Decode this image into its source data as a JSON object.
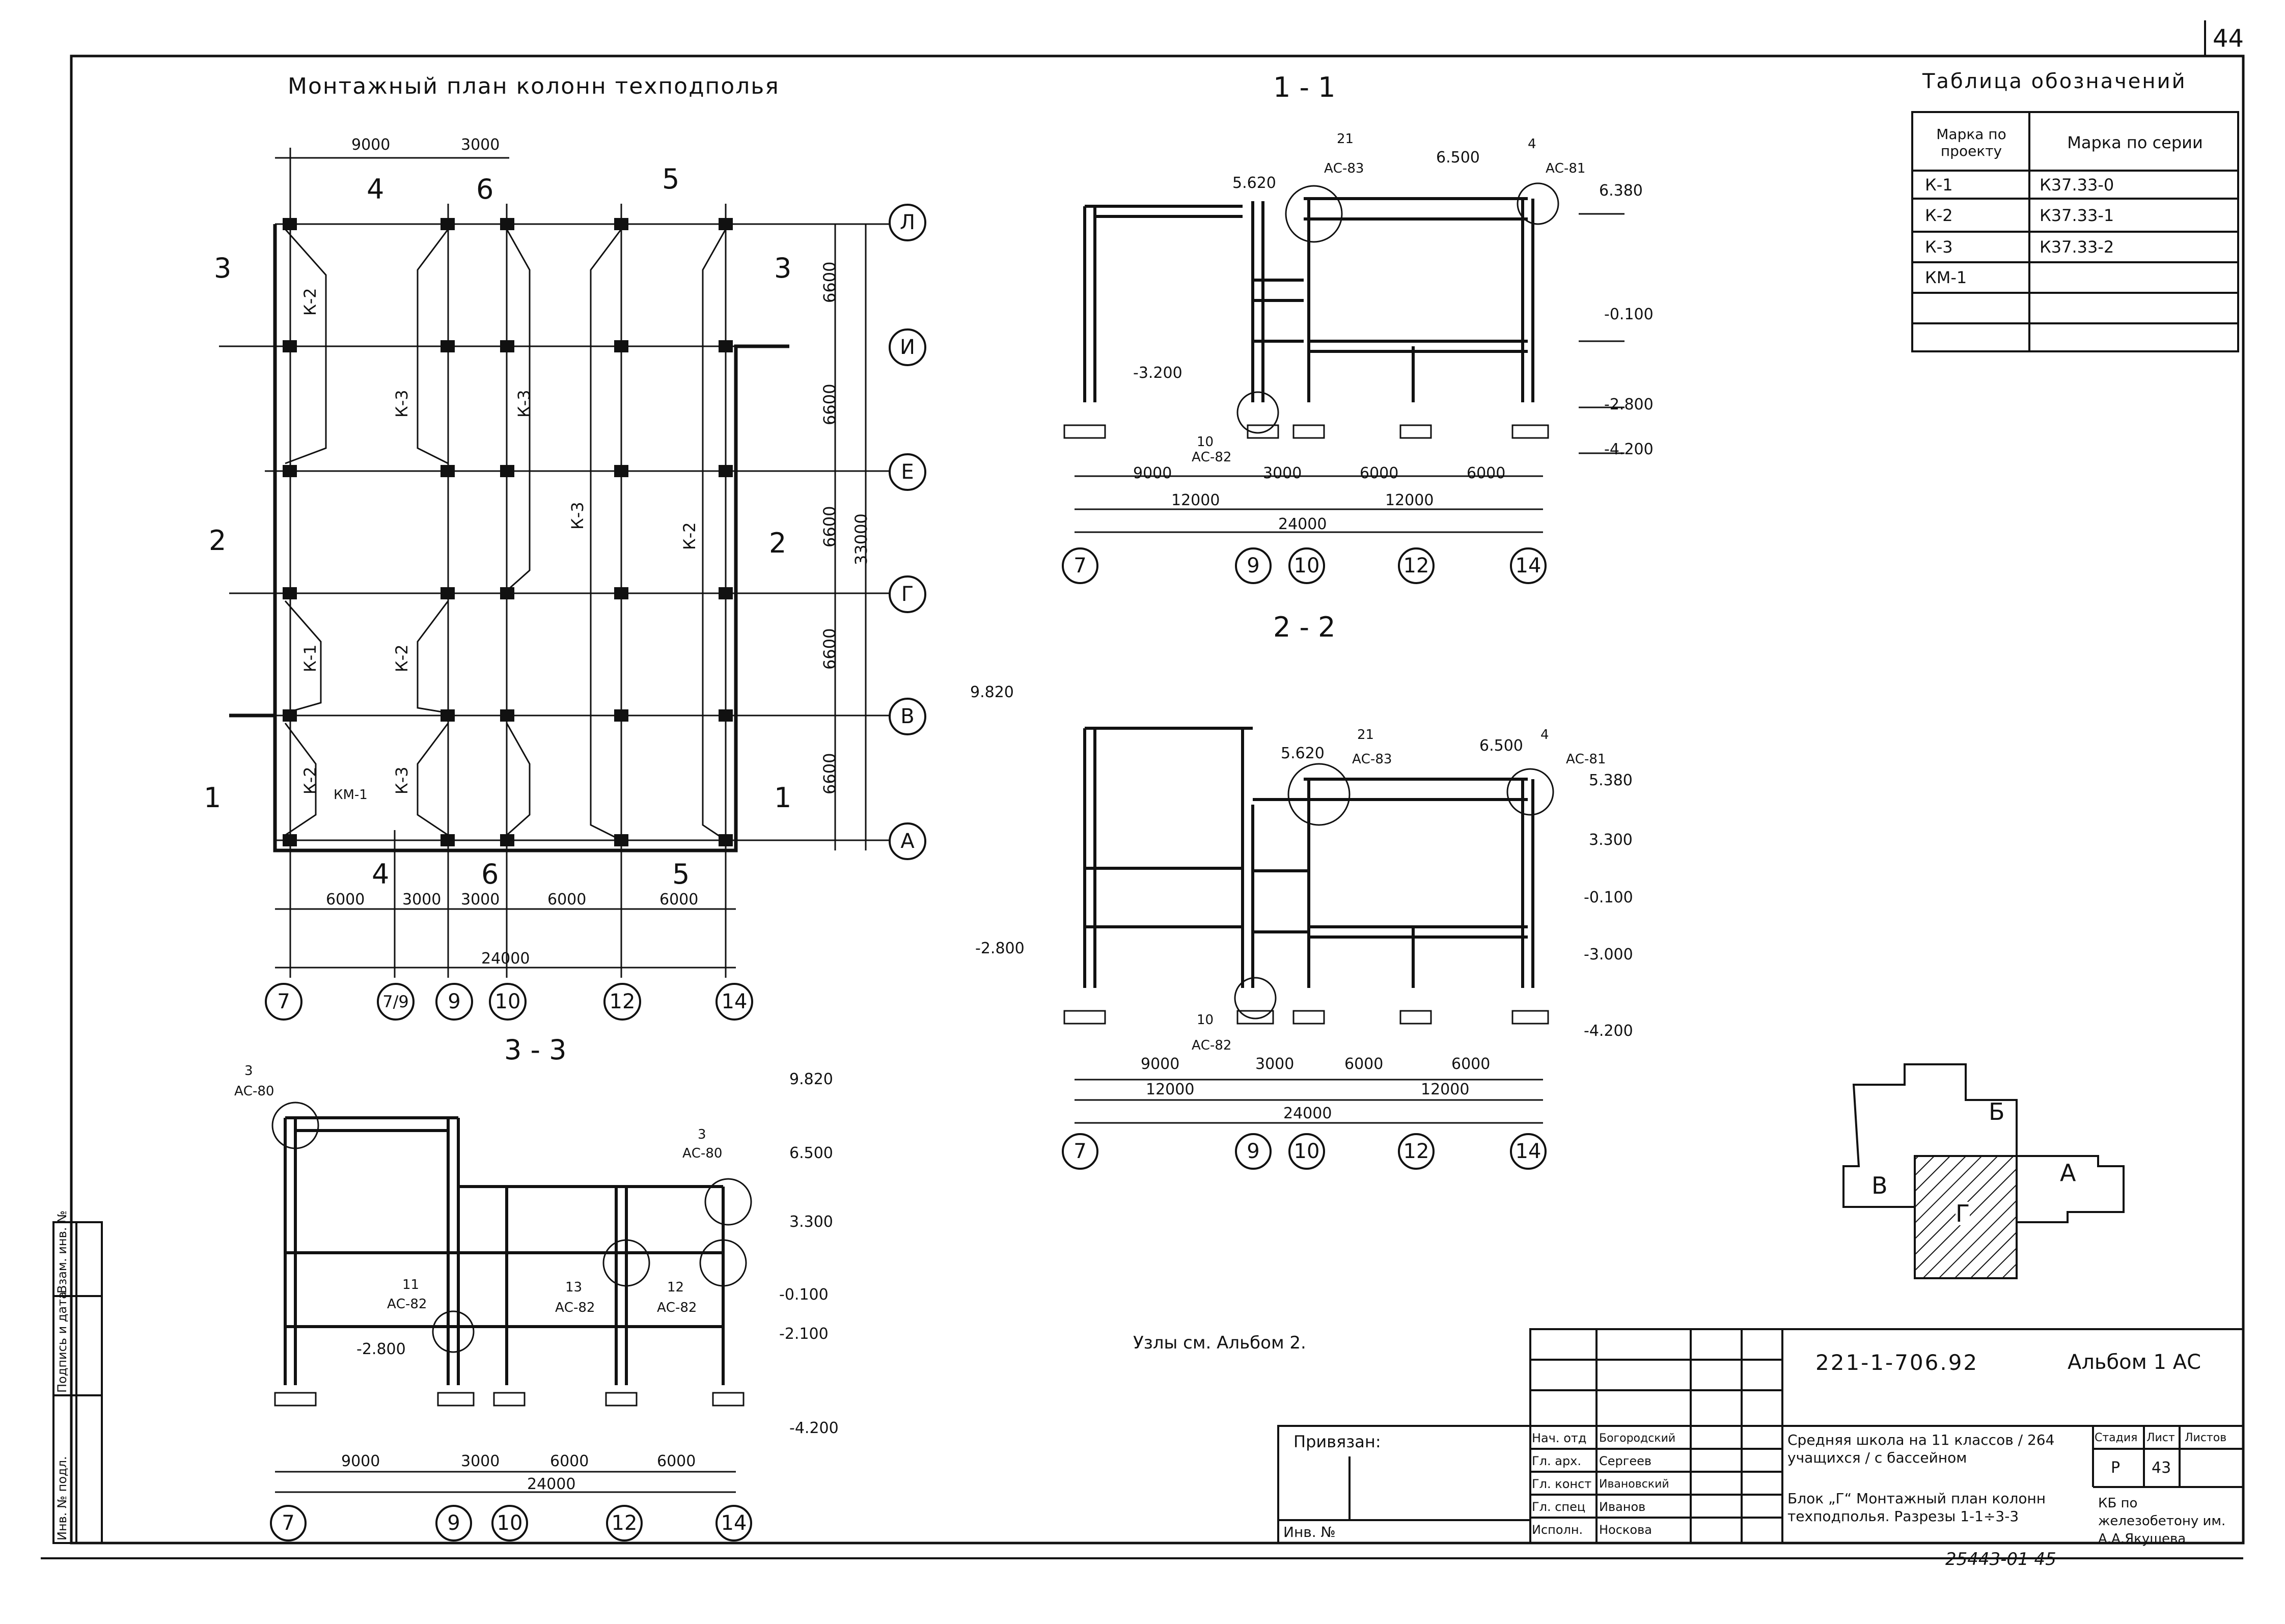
{
  "sheet_number_top": "44",
  "plan": {
    "title": "Монтажный план колонн техподполья",
    "top_dims": [
      "9000",
      "3000"
    ],
    "top_marks": [
      "4",
      "6",
      "5"
    ],
    "bottom_marks": [
      "4",
      "6",
      "5"
    ],
    "right_dims": [
      "6600",
      "6600",
      "6600",
      "6600",
      "6600"
    ],
    "total_right": "33000",
    "bottom_dims": [
      "6000",
      "3000",
      "3000",
      "6000",
      "6000"
    ],
    "total_bottom": "24000",
    "axis_rows": [
      "Л",
      "И",
      "Е",
      "Г",
      "В",
      "А"
    ],
    "axis_cols": [
      "7",
      "7/9",
      "9",
      "10",
      "12",
      "14"
    ],
    "col_labels": [
      "К-2",
      "К-3",
      "К-3",
      "К-3",
      "К-2",
      "К-1",
      "К-2",
      "К-2",
      "К-3",
      "КМ-1"
    ],
    "section_marks": [
      "3",
      "3",
      "2",
      "2",
      "1",
      "1"
    ]
  },
  "sec11": {
    "title": "1 - 1",
    "nodes": [
      {
        "n": "21",
        "s": "АС-83"
      },
      {
        "n": "4",
        "s": "АС-81"
      },
      {
        "n": "10",
        "s": "АС-82"
      }
    ],
    "levels": [
      "5.620",
      "6.500",
      "6.380",
      "-0.100",
      "-3.200",
      "-2.800",
      "-4.200"
    ],
    "dims": [
      "9000",
      "3000",
      "6000",
      "6000"
    ],
    "dims2": [
      "12000",
      "12000"
    ],
    "total": "24000",
    "axes": [
      "7",
      "9",
      "10",
      "12",
      "14"
    ]
  },
  "sec22": {
    "title": "2 - 2",
    "nodes": [
      {
        "n": "21",
        "s": "АС-83"
      },
      {
        "n": "4",
        "s": "АС-81"
      },
      {
        "n": "10",
        "s": "АС-82"
      }
    ],
    "levels": [
      "9.820",
      "5.620",
      "6.500",
      "5.380",
      "3.300",
      "-0.100",
      "-2.800",
      "-3.000",
      "-4.200"
    ],
    "dims": [
      "9000",
      "3000",
      "6000",
      "6000"
    ],
    "dims2": [
      "12000",
      "12000"
    ],
    "total": "24000",
    "axes": [
      "7",
      "9",
      "10",
      "12",
      "14"
    ]
  },
  "sec33": {
    "title": "3 - 3",
    "nodes": [
      {
        "n": "3",
        "s": "АС-80"
      },
      {
        "n": "3",
        "s": "АС-80"
      },
      {
        "n": "11",
        "s": "АС-82"
      },
      {
        "n": "13",
        "s": "АС-82"
      },
      {
        "n": "12",
        "s": "АС-82"
      }
    ],
    "levels": [
      "9.820",
      "6.500",
      "3.300",
      "-0.100",
      "-2.100",
      "-2.800",
      "-4.200"
    ],
    "dims": [
      "9000",
      "3000",
      "6000",
      "6000"
    ],
    "total": "24000",
    "axes": [
      "7",
      "9",
      "10",
      "12",
      "14"
    ]
  },
  "legend": {
    "title": "Таблица обозначений",
    "header": [
      "Марка по проекту",
      "Марка по серии"
    ],
    "rows": [
      [
        "К-1",
        "К37.33-0"
      ],
      [
        "К-2",
        "К37.33-1"
      ],
      [
        "К-3",
        "К37.33-2"
      ],
      [
        "КМ-1",
        ""
      ],
      [
        "",
        ""
      ]
    ]
  },
  "keyplan": {
    "labels": [
      "Б",
      "В",
      "Г",
      "А"
    ]
  },
  "note": "Узлы см. Альбом 2.",
  "stamp": {
    "code": "221-1-706.92",
    "album": "Альбом 1 АС",
    "bound": "Привязан:",
    "inv": "Инв. №",
    "roles": [
      "Нач. отд",
      "Гл. арх.",
      "Гл. конст",
      "Гл. спец",
      "Исполн."
    ],
    "names": [
      "Богородский",
      "Сергеев",
      "Ивановский",
      "Иванов",
      "Носкова"
    ],
    "object": "Средняя школа на 11 классов / 264 учащихся / с бассейном",
    "sheet_title": "Блок „Г“ Монтажный план колонн техподполья. Разрезы 1-1÷3-3",
    "stage_h": "Стадия",
    "sheet_h": "Лист",
    "sheets_h": "Листов",
    "stage": "Р",
    "sheet": "43",
    "org": "КБ по железобетону им. А.А.Якушева",
    "archive": "25443-01 45"
  },
  "side_stamp": [
    "Инв. № подл.",
    "Подпись и дата",
    "Взам. инв. №"
  ]
}
